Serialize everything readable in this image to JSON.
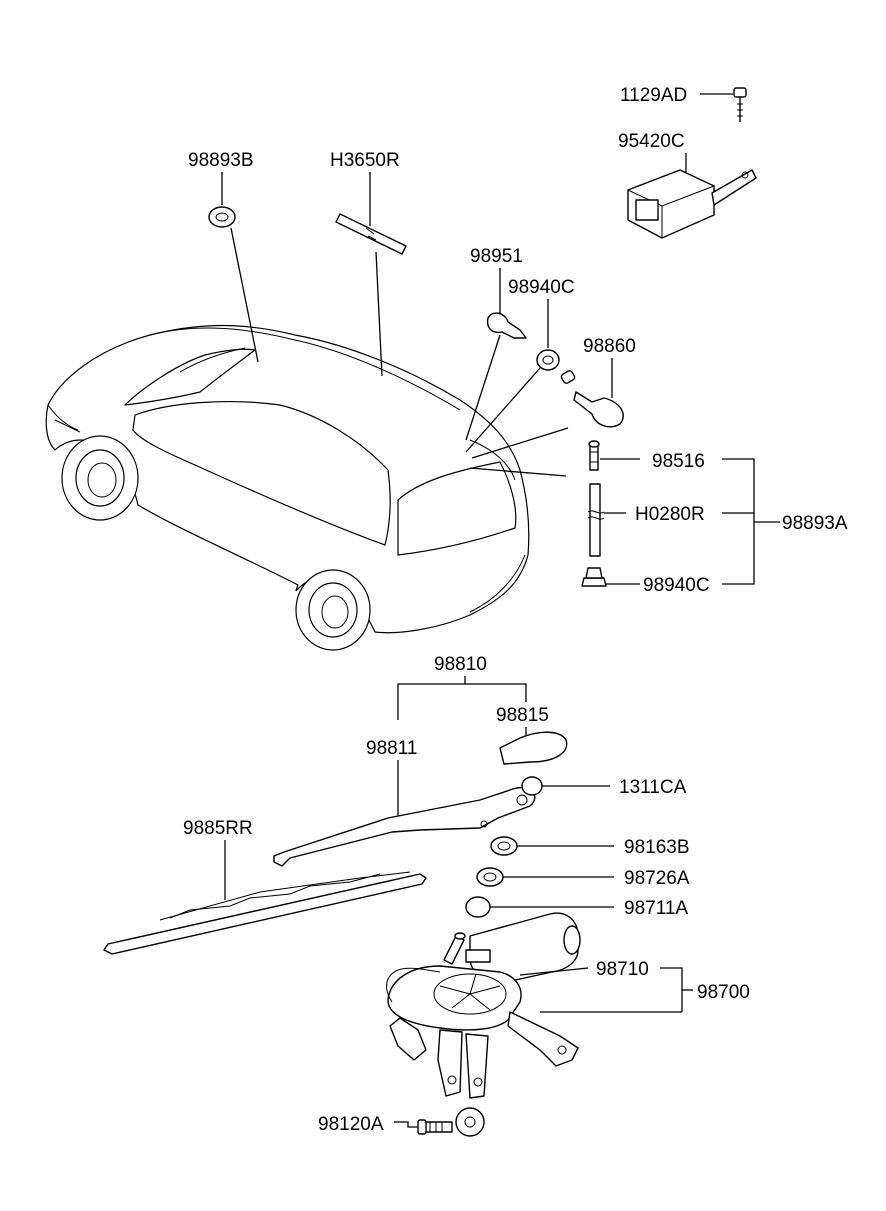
{
  "labels": {
    "bolt_1129ad": "1129AD",
    "relay_95420c": "95420C",
    "grommet_98893b": "98893B",
    "hose_h3650r": "H3650R",
    "clip_98951": "98951",
    "grommet_98940c_top": "98940C",
    "nozzle_98860": "98860",
    "connector_98516": "98516",
    "hose_h0280r": "H0280R",
    "hose_assy_98893a": "98893A",
    "grommet_98940c_bottom": "98940C",
    "arm_assy_98810": "98810",
    "cap_98815": "98815",
    "arm_98811": "98811",
    "nut_1311ca": "1311CA",
    "blade_9885rr": "9885RR",
    "bushing_98163b": "98163B",
    "nut_98726a": "98726A",
    "seal_98711a": "98711A",
    "motor_98710": "98710",
    "motor_assy_98700": "98700",
    "bolt_98120a": "98120A"
  }
}
